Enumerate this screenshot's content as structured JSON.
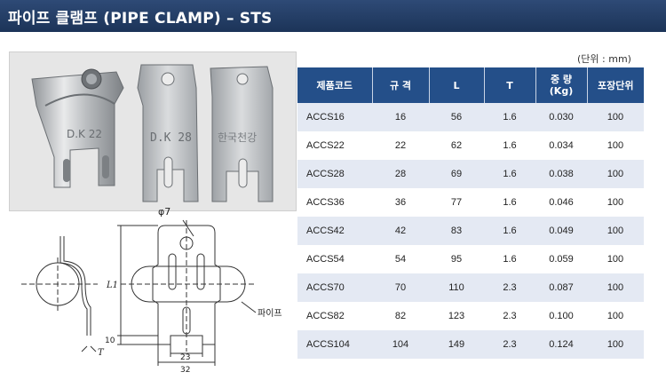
{
  "title": "파이프 클램프 (PIPE CLAMP) – STS",
  "unit_note": "(단위 : mm)",
  "photos": {
    "stamp_1": "D.K 22",
    "stamp_2": "D.K 28",
    "stamp_3": "한국천강"
  },
  "drawing": {
    "hole_label": "φ7",
    "pipe_label": "파이프",
    "dim_L1": "L1",
    "dim_10": "10",
    "dim_23": "23",
    "dim_32": "32",
    "dim_T": "T"
  },
  "table": {
    "headers": [
      "제품코드",
      "규 격",
      "L",
      "T",
      "중 량\n(Kg)",
      "포장단위"
    ],
    "rows": [
      {
        "code": "ACCS16",
        "size": "16",
        "L": "56",
        "T": "1.6",
        "weight": "0.030",
        "pack": "100"
      },
      {
        "code": "ACCS22",
        "size": "22",
        "L": "62",
        "T": "1.6",
        "weight": "0.034",
        "pack": "100"
      },
      {
        "code": "ACCS28",
        "size": "28",
        "L": "69",
        "T": "1.6",
        "weight": "0.038",
        "pack": "100"
      },
      {
        "code": "ACCS36",
        "size": "36",
        "L": "77",
        "T": "1.6",
        "weight": "0.046",
        "pack": "100"
      },
      {
        "code": "ACCS42",
        "size": "42",
        "L": "83",
        "T": "1.6",
        "weight": "0.049",
        "pack": "100"
      },
      {
        "code": "ACCS54",
        "size": "54",
        "L": "95",
        "T": "1.6",
        "weight": "0.059",
        "pack": "100"
      },
      {
        "code": "ACCS70",
        "size": "70",
        "L": "110",
        "T": "2.3",
        "weight": "0.087",
        "pack": "100"
      },
      {
        "code": "ACCS82",
        "size": "82",
        "L": "123",
        "T": "2.3",
        "weight": "0.100",
        "pack": "100"
      },
      {
        "code": "ACCS104",
        "size": "104",
        "L": "149",
        "T": "2.3",
        "weight": "0.124",
        "pack": "100"
      }
    ]
  }
}
